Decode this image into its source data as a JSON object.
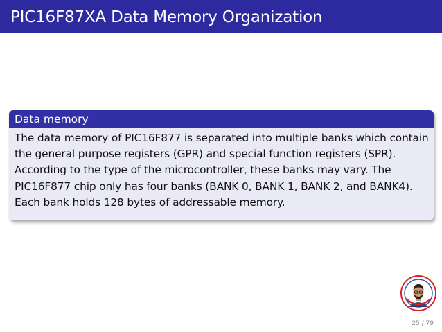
{
  "slide": {
    "title": "PIC16F87XA Data Memory Organization"
  },
  "block": {
    "title": "Data memory",
    "body": "The data memory of PIC16F877 is separated into multiple banks which contain the general purpose registers (GPR) and special function registers (SPR). According to the type of the microcontroller, these banks may vary.  The PIC16F877 chip only has four banks (BANK 0, BANK 1, BANK 2, and BANK4).  Each bank holds 128 bytes of addressable memory."
  },
  "footer": {
    "page_number": "25 / 79"
  },
  "colors": {
    "title_bar": "#2d2a9f",
    "block_header": "#3330a6",
    "block_body": "#eaeaf6",
    "logo_ring": "#d8232a"
  },
  "icons": {
    "logo": "presenter-portrait-logo-icon"
  }
}
